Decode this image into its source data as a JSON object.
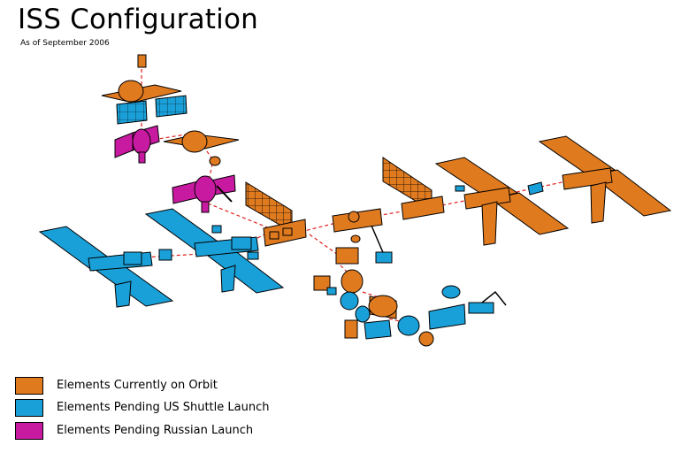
{
  "title": "ISS Configuration",
  "subtitle": "As of September 2006",
  "colors": {
    "orbit": "#e07a1f",
    "us": "#1aa0d8",
    "russian": "#c81aa0",
    "connector": "#e02020",
    "outline": "#000000"
  },
  "legend": [
    {
      "label": "Elements Currently on Orbit",
      "color": "#e07a1f"
    },
    {
      "label": "Elements Pending US Shuttle Launch",
      "color": "#1aa0d8"
    },
    {
      "label": "Elements Pending Russian Launch",
      "color": "#c81aa0"
    }
  ]
}
